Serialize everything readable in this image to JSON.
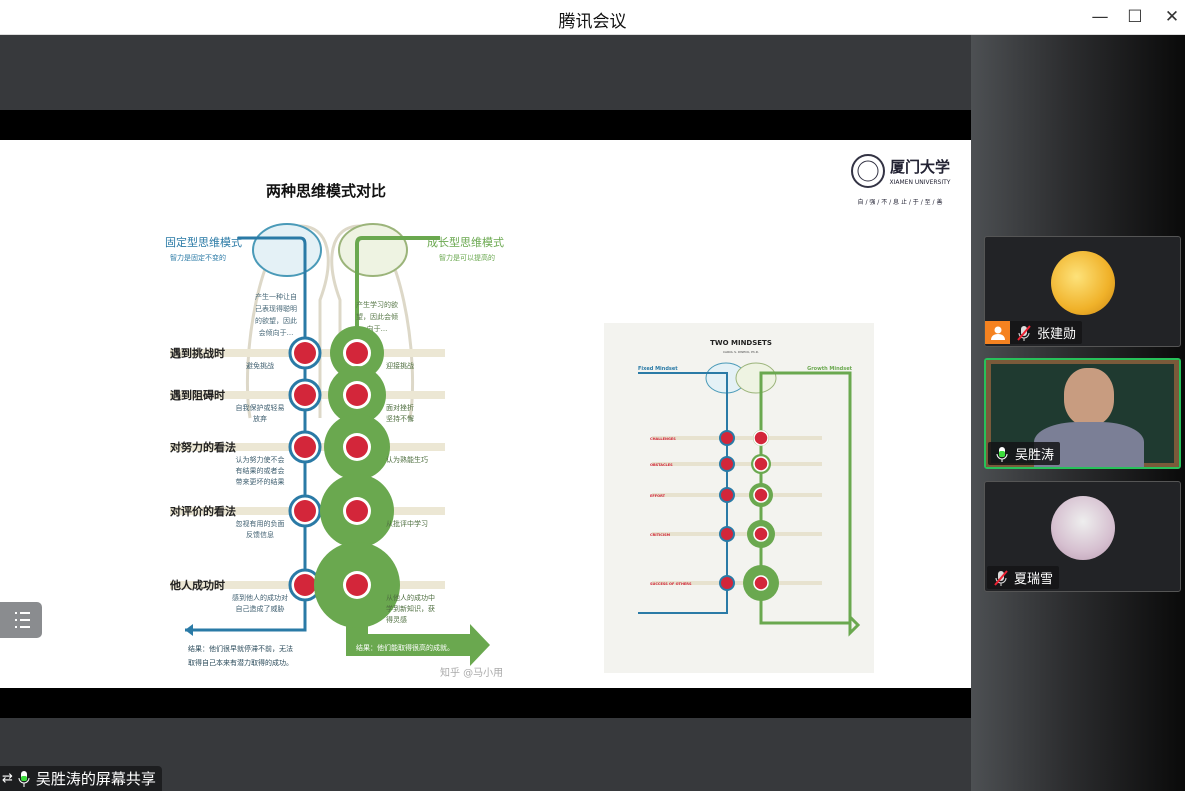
{
  "window": {
    "title": "腾讯会议",
    "minimize": "—",
    "maximize": "☐",
    "close": "✕"
  },
  "slide": {
    "title": "两种思维模式对比",
    "logo": {
      "name": "厦门大学",
      "en": "XIAMEN UNIVERSITY",
      "motto": "自 / 强 / 不 / 息   止 / 于 / 至 / 善"
    },
    "fixed": {
      "title": "固定型思维模式",
      "sub": "智力是固定不变的",
      "intro": [
        "产生一种让自",
        "己表现得聪明",
        "的欲望，因此",
        "会倾向于..."
      ],
      "result": [
        "结果：他们很早就停滞不前，无法",
        "取得自己本来有潜力取得的成功。"
      ]
    },
    "growth": {
      "title": "成长型思维模式",
      "sub": "智力是可以提高的",
      "intro": [
        "产生学习的欲",
        "望，因此会倾",
        "向于..."
      ],
      "result": [
        "结果：他们能取得很高的成就。"
      ]
    },
    "rows": [
      {
        "label": "遇到挑战时",
        "icon": "arrows-icon",
        "left": [
          "避免挑战"
        ],
        "right": [
          "迎接挑战"
        ]
      },
      {
        "label": "遇到阻碍时",
        "icon": "brick-wall-icon",
        "left": [
          "自我保护或轻易",
          "放弃"
        ],
        "right": [
          "面对挫折",
          "坚持不懈"
        ]
      },
      {
        "label": "对努力的看法",
        "icon": "weightlifter-icon",
        "left": [
          "认为努力使不会",
          "有结果的或者会",
          "带来更坏的结果"
        ],
        "right": [
          "认为熟能生巧"
        ]
      },
      {
        "label": "对评价的看法",
        "icon": "prohibited-icon",
        "left": [
          "忽视有用的负面",
          "反馈信息"
        ],
        "right": [
          "从批评中学习"
        ]
      },
      {
        "label": "他人成功时",
        "icon": "lungs-icon",
        "left": [
          "感到他人的成功对",
          "自己造成了威胁"
        ],
        "right": [
          "从他人的成功中",
          "学到新知识，获",
          "得灵感"
        ]
      }
    ],
    "watermark": "知乎 @马小用",
    "mini": {
      "title": "TWO MINDSETS",
      "author": "CAROL S. DWECK, Ph.D.",
      "fixed": "Fixed Mindset",
      "growth": "Growth Mindset",
      "rows": [
        "CHALLENGES",
        "OBSTACLES",
        "EFFORT",
        "CRITICISM",
        "SUCCESS OF OTHERS"
      ]
    }
  },
  "participants": [
    {
      "name": "张建勋",
      "mic": "muted",
      "host_badge": true
    },
    {
      "name": "吴胜涛",
      "mic": "speaking",
      "video": true
    },
    {
      "name": "夏瑞雪",
      "mic": "muted"
    }
  ],
  "share_label": "吴胜涛的屏幕共享",
  "colors": {
    "blue": "#2a7aa6",
    "green": "#6aa84f",
    "red": "#d3263a",
    "active": "#27c15a"
  }
}
